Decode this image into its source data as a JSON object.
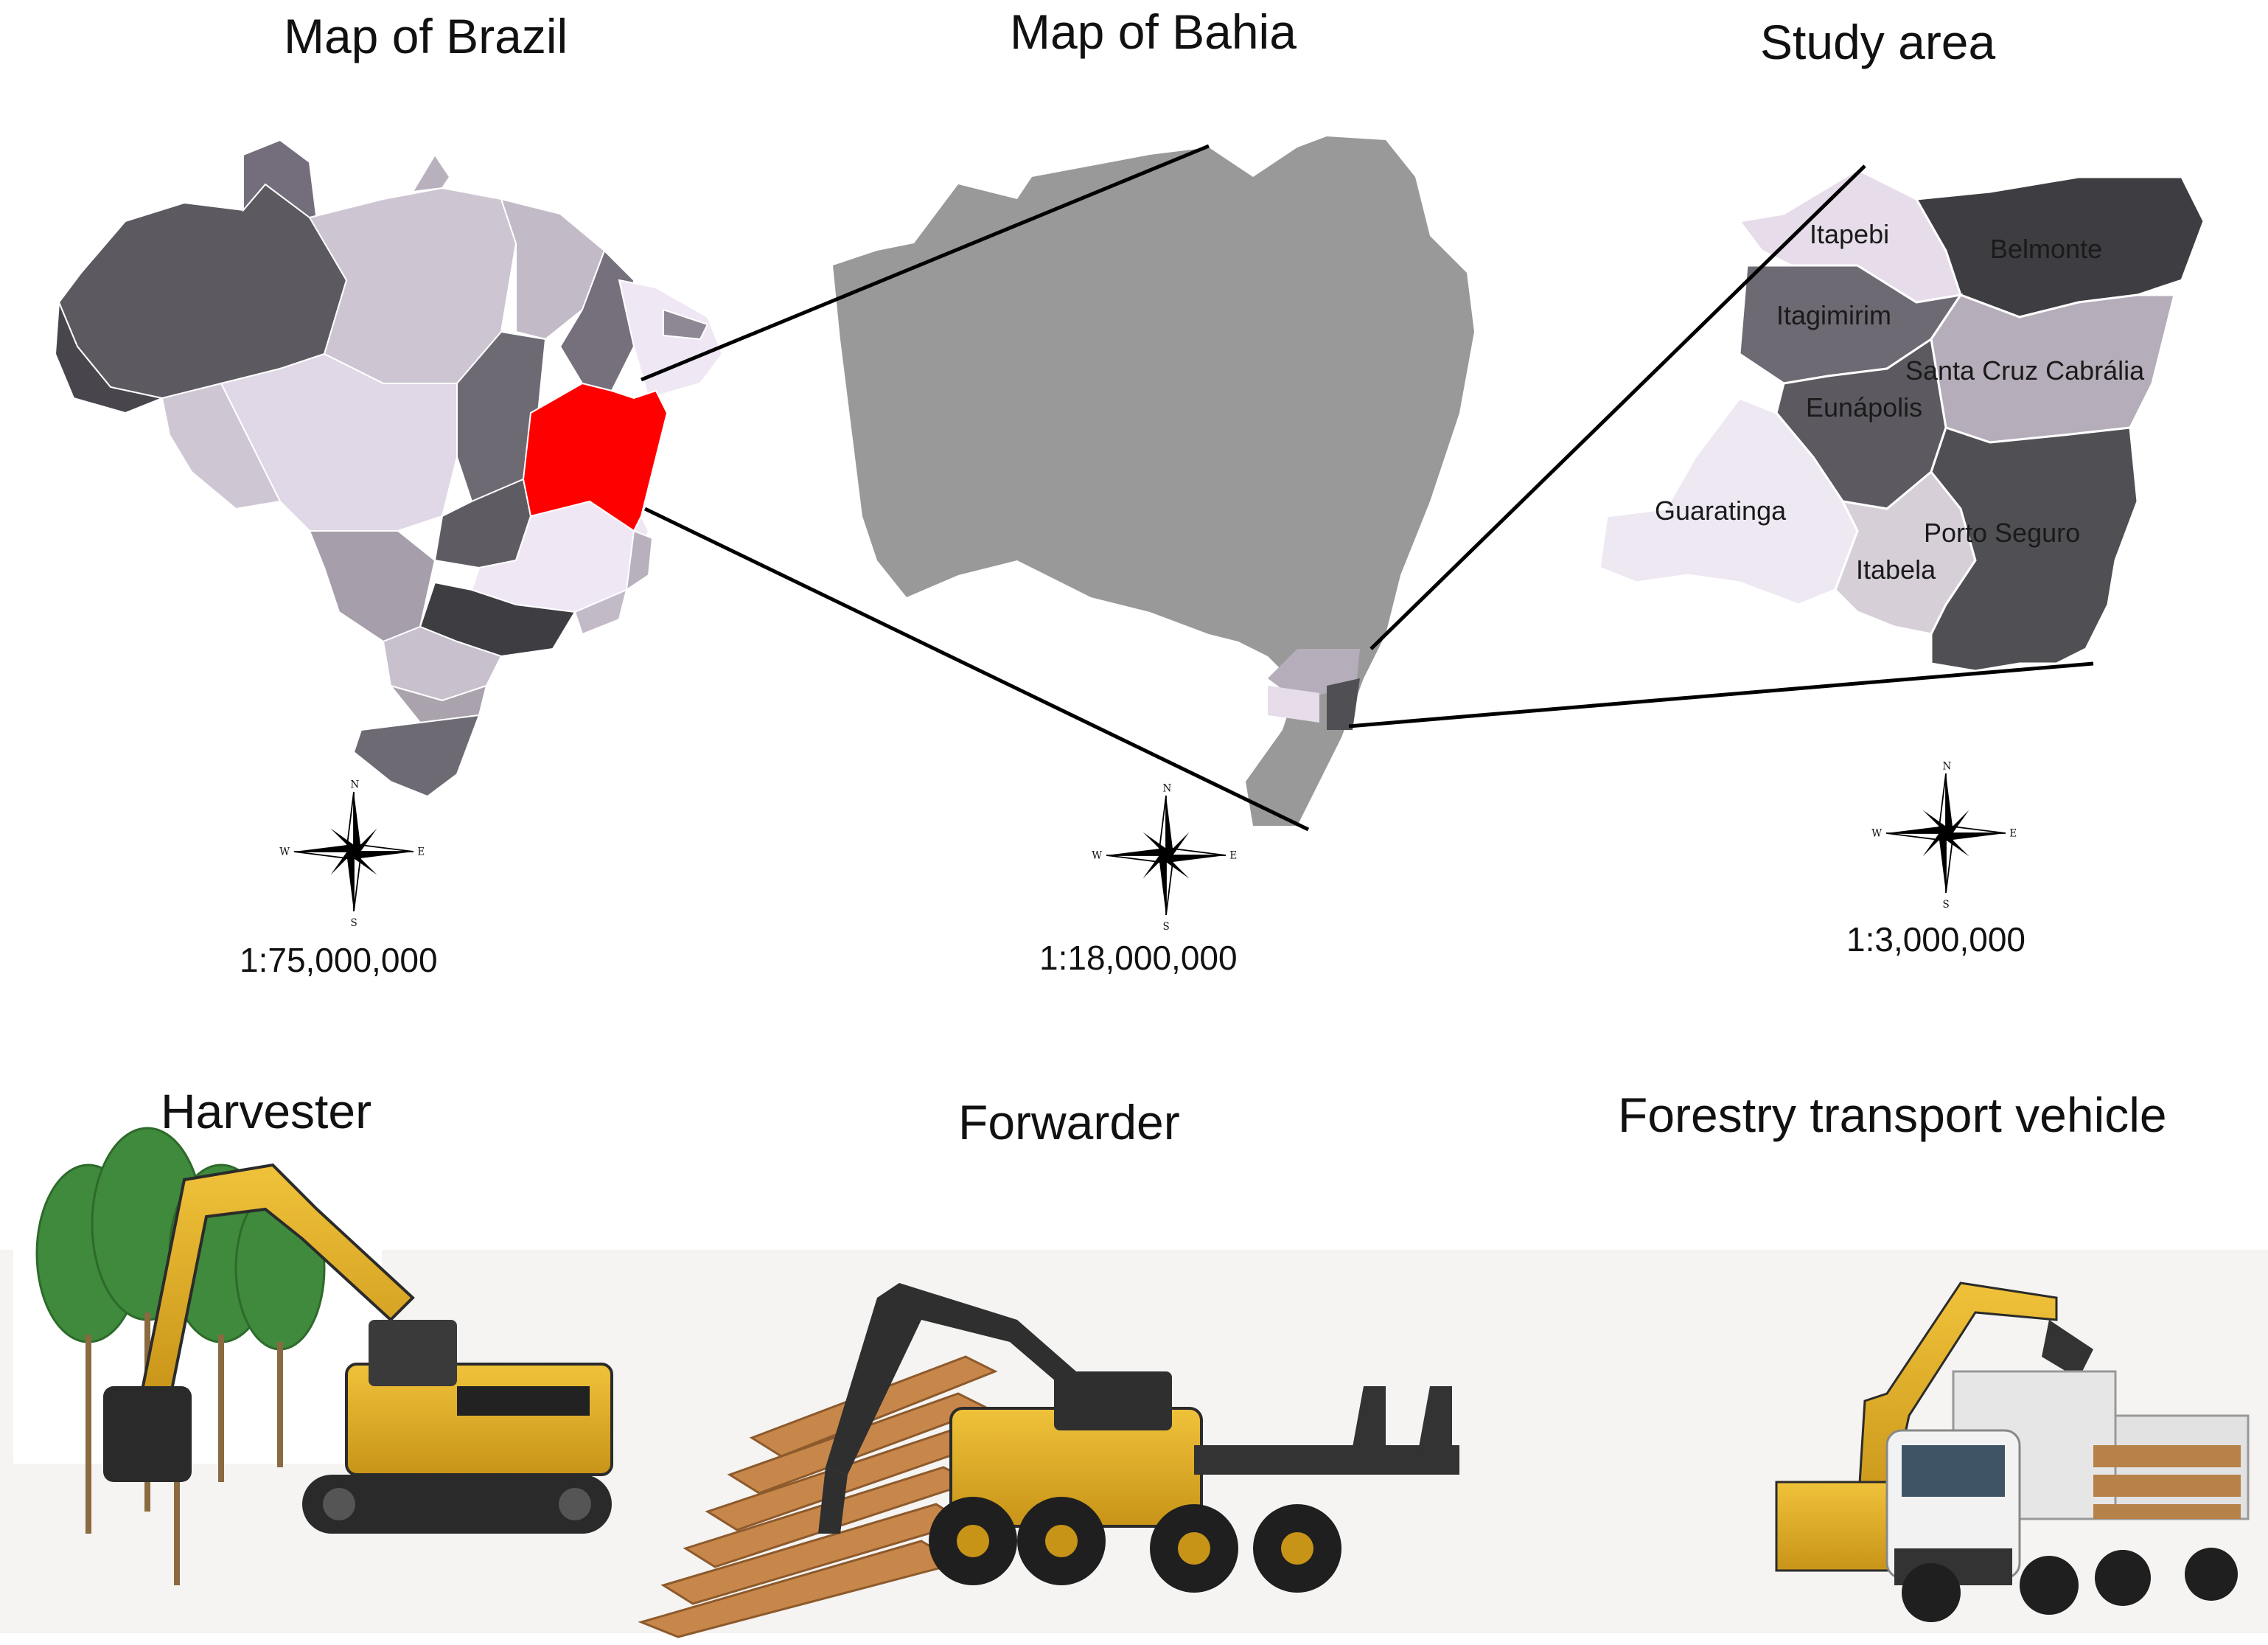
{
  "panels": {
    "brazil": {
      "title": "Map of Brazil",
      "scale": "1:75,000,000",
      "highlight_color": "#ff0000"
    },
    "bahia": {
      "title": "Map of Bahia",
      "scale": "1:18,000,000",
      "fill_color": "#999999"
    },
    "study_area": {
      "title": "Study area",
      "scale": "1:3,000,000",
      "municipalities": [
        {
          "name": "Itapebi",
          "color": "#e6dcea"
        },
        {
          "name": "Belmonte",
          "color": "#3e3d42"
        },
        {
          "name": "Itagimirim",
          "color": "#6e6a74"
        },
        {
          "name": "Santa Cruz Cabrália",
          "color": "#b6adba"
        },
        {
          "name": "Eunápolis",
          "color": "#5c5a60"
        },
        {
          "name": "Guaratinga",
          "color": "#eee8f3"
        },
        {
          "name": "Itabela",
          "color": "#d6cfd8"
        },
        {
          "name": "Porto Seguro",
          "color": "#505054"
        }
      ]
    }
  },
  "compass": {
    "n": "N",
    "s": "S",
    "e": "E",
    "w": "W"
  },
  "machines": [
    {
      "label": "Harvester",
      "icon": "harvester-excavator-icon"
    },
    {
      "label": "Forwarder",
      "icon": "forwarder-vehicle-icon"
    },
    {
      "label": "Forestry transport vehicle",
      "icon": "log-truck-icon"
    }
  ]
}
